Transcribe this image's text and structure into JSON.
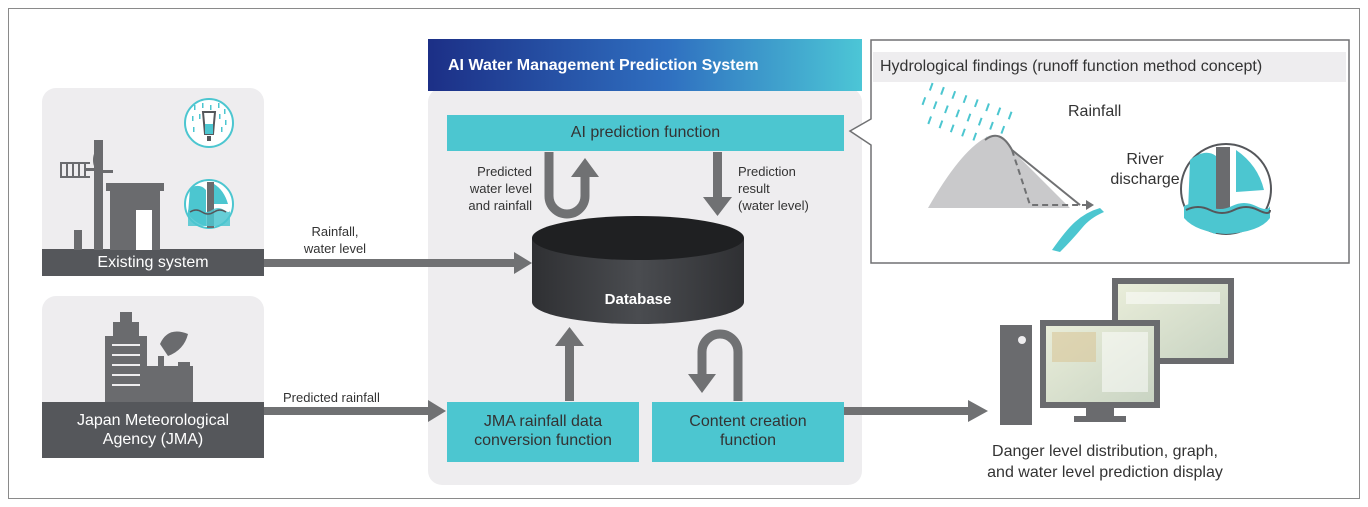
{
  "system_title": "AI Water Management Prediction System",
  "ai_prediction": "AI prediction function",
  "predicted_water_level_rainfall": [
    "Predicted",
    "water level",
    "and rainfall"
  ],
  "prediction_result": [
    "Prediction",
    "result",
    "(water level)"
  ],
  "database": "Database",
  "jma_conversion": [
    "JMA rainfall data",
    "conversion function"
  ],
  "content_creation": [
    "Content creation",
    "function"
  ],
  "existing_system": "Existing system",
  "rainfall_water_level": [
    "Rainfall,",
    "water level"
  ],
  "jma_agency": [
    "Japan Meteorological",
    "Agency (JMA)"
  ],
  "predicted_rainfall": "Predicted rainfall",
  "hydro_title": "Hydrological findings (runoff function method concept)",
  "rainfall": "Rainfall",
  "river_discharge": [
    "River",
    "discharge"
  ],
  "display_caption": [
    "Danger level distribution, graph,",
    "and water level prediction display"
  ],
  "colors": {
    "teal": "#4cc6d0",
    "dark_gray": "#55575b",
    "panel": "#eeedef",
    "navy": "#1f3a8a",
    "arrow": "#707173"
  }
}
